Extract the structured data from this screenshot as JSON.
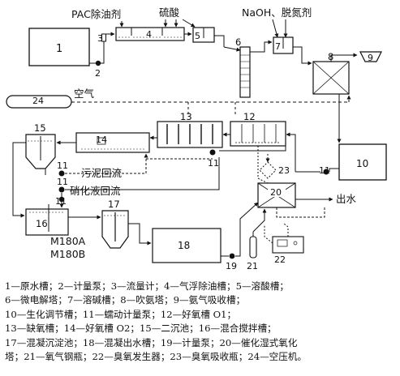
{
  "labels": {
    "pac": "PAC除油剂",
    "acid": "硫酸",
    "naoh": "NaOH、脱氮剂",
    "air": "空气",
    "sludge_return": "污泥回流",
    "nitrate_return": "硝化液回流",
    "effluent": "出水",
    "m180a": "M180A",
    "m180b": "M180B"
  },
  "numbers": {
    "n1": "1",
    "n2": "2",
    "n3": "3",
    "n4": "4",
    "n5": "5",
    "n6": "6",
    "n7": "7",
    "n8": "8",
    "n9": "9",
    "n10": "10",
    "n11a": "11",
    "n11b": "11",
    "n11c": "11",
    "n11d": "11",
    "n11e": "11",
    "n12": "12",
    "n13": "13",
    "n14": "14",
    "n15": "15",
    "n16": "16",
    "n17": "17",
    "n18": "18",
    "n19": "19",
    "n20": "20",
    "n21": "21",
    "n22": "22",
    "n23": "23",
    "n24": "24"
  },
  "legend": [
    "1—原水槽；2—计量泵；3—流量计；4—气浮除油槽；5—溶酸槽；",
    "6—微电解塔；7—溶碱槽；8—吹氨塔；9—氨气吸收槽；",
    "10—生化调节槽；11—蠕动计量泵；12—好氧槽 O1；",
    "13—缺氧槽；14—好氧槽 O2；15—二沉池；16—混合搅拌槽；",
    "17—混凝沉淀池；18—混凝出水槽；19—计量泵；20—催化湿式氧化",
    "塔；21—氧气钢瓶；22—臭氧发生器；23—臭氧吸收瓶；24—空压机。"
  ]
}
